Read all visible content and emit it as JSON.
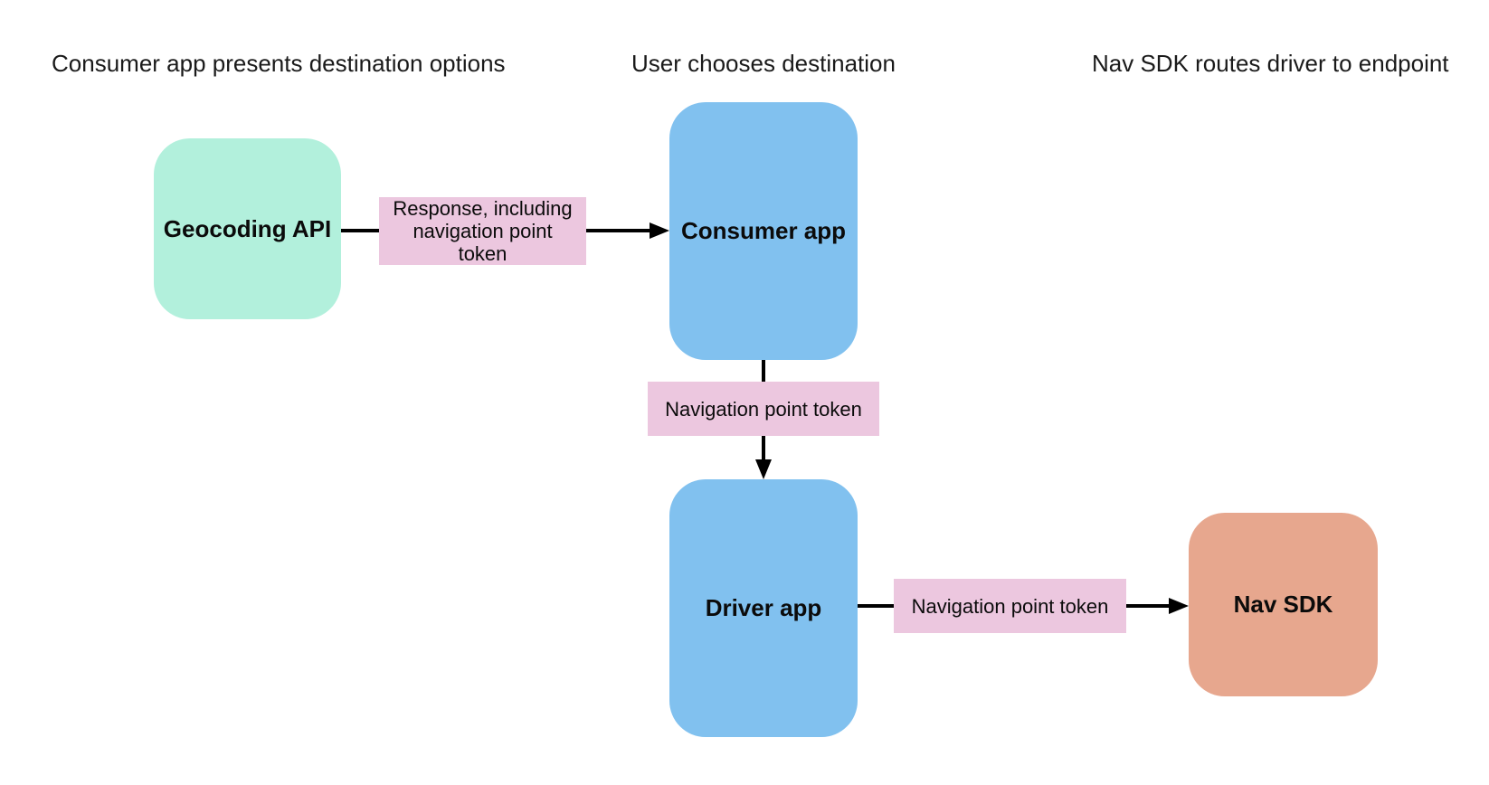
{
  "diagram": {
    "background": "#ffffff",
    "arrow_color": "#000000",
    "step_headers": [
      {
        "label": "Consumer app presents destination options"
      },
      {
        "label": "User chooses destination"
      },
      {
        "label": "Nav SDK routes driver to endpoint"
      }
    ],
    "nodes": [
      {
        "id": "geocoding-api",
        "label": "Geocoding API",
        "fill": "#b2f0dc"
      },
      {
        "id": "consumer-app",
        "label": "Consumer app",
        "fill": "#81c1ef"
      },
      {
        "id": "driver-app",
        "label": "Driver app",
        "fill": "#81c1ef"
      },
      {
        "id": "nav-sdk",
        "label": "Nav SDK",
        "fill": "#e7a78e"
      }
    ],
    "edges": [
      {
        "from": "geocoding-api",
        "to": "consumer-app",
        "label": "Response, including navigation point token",
        "label_fill": "#ecc7df"
      },
      {
        "from": "consumer-app",
        "to": "driver-app",
        "label": "Navigation point token",
        "label_fill": "#ecc7df"
      },
      {
        "from": "driver-app",
        "to": "nav-sdk",
        "label": "Navigation point token",
        "label_fill": "#ecc7df"
      }
    ]
  }
}
